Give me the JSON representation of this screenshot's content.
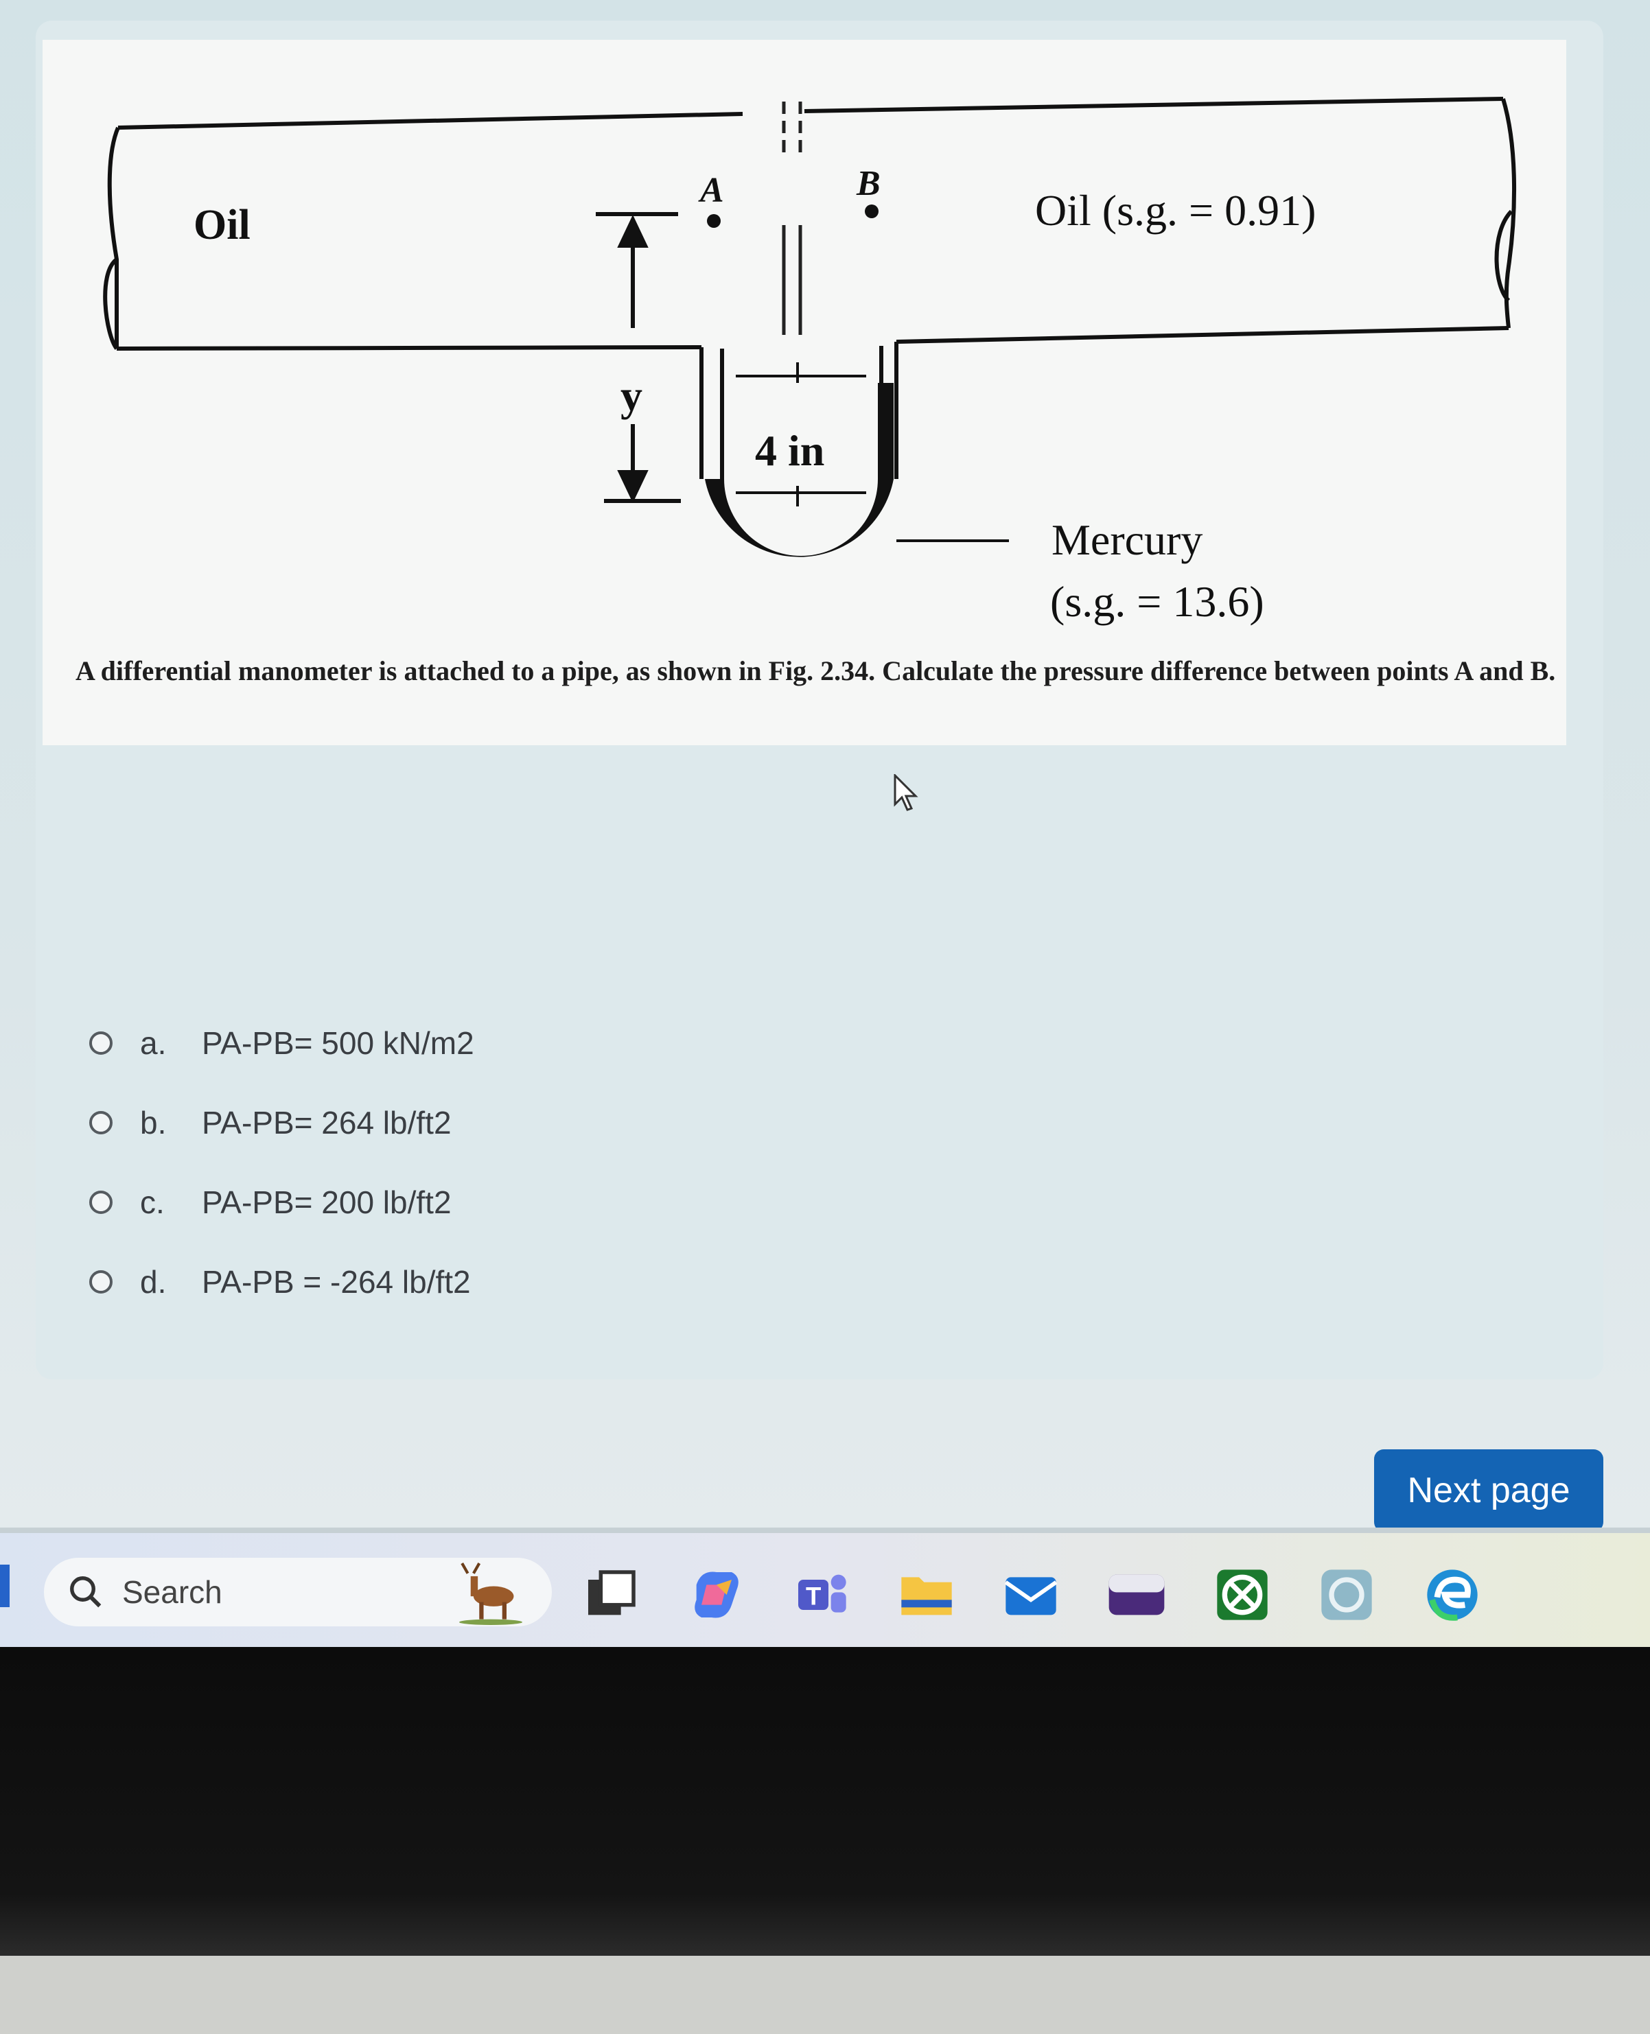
{
  "figure": {
    "left_label": "Oil",
    "right_label": "Oil (s.g. = 0.91)",
    "point_a": "A",
    "point_b": "B",
    "dimension_y": "y",
    "dimension_reading": "4 in",
    "mercury_label": "Mercury",
    "mercury_sg": "(s.g. = 13.6)"
  },
  "question": {
    "text": "A differential manometer is attached to a pipe, as shown in Fig. 2.34. Calculate the pressure difference between points A and B."
  },
  "options": [
    {
      "letter": "a.",
      "text": "PA-PB= 500 kN/m2"
    },
    {
      "letter": "b.",
      "text": "PA-PB= 264 lb/ft2"
    },
    {
      "letter": "c.",
      "text": "PA-PB= 200 lb/ft2"
    },
    {
      "letter": "d.",
      "text": "PA-PB = -264 lb/ft2"
    }
  ],
  "next_button": "Next page",
  "taskbar": {
    "search_label": "Search",
    "icons": [
      "task-view-icon",
      "copilot-icon",
      "teams-icon",
      "file-explorer-icon",
      "mail-icon",
      "bein-connect-icon",
      "xbox-icon",
      "app-icon",
      "edge-icon"
    ]
  }
}
